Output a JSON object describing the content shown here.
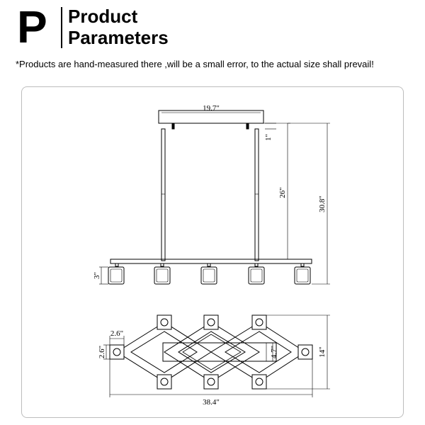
{
  "header": {
    "letter": "P",
    "title_line1": "Product",
    "title_line2": "Parameters"
  },
  "note": "*Products are hand-measured there ,will be a small error, to the actual size shall prevail!",
  "dimensions": {
    "canopy_width": "19.7\"",
    "canopy_height": "1\"",
    "rod_length": "26\"",
    "overall_height": "30.8\"",
    "shade_height": "3\"",
    "shade_width": "2.6\"",
    "shade_depth": "2.6\"",
    "center_depth": "4.7\"",
    "overall_depth": "14\"",
    "overall_length": "38.4\""
  }
}
